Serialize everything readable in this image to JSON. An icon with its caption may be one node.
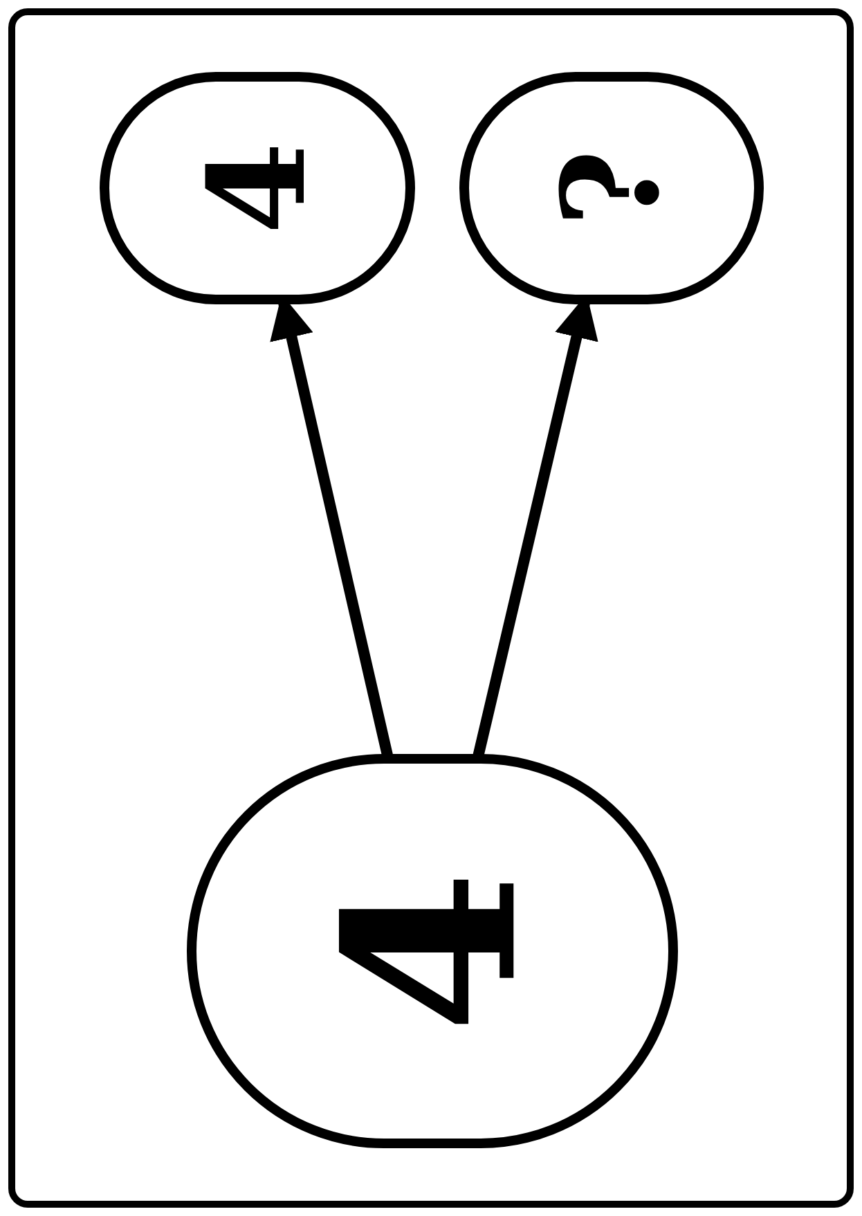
{
  "diagram": {
    "nodes": [
      {
        "text": [
          "4"
        ]
      },
      {
        "text": [
          "?"
        ]
      },
      {
        "text": [
          "4"
        ]
      }
    ],
    "edges": [
      {
        "from": 2,
        "to": 0,
        "arrow": "to"
      },
      {
        "from": 2,
        "to": 1,
        "arrow": "to"
      }
    ]
  }
}
